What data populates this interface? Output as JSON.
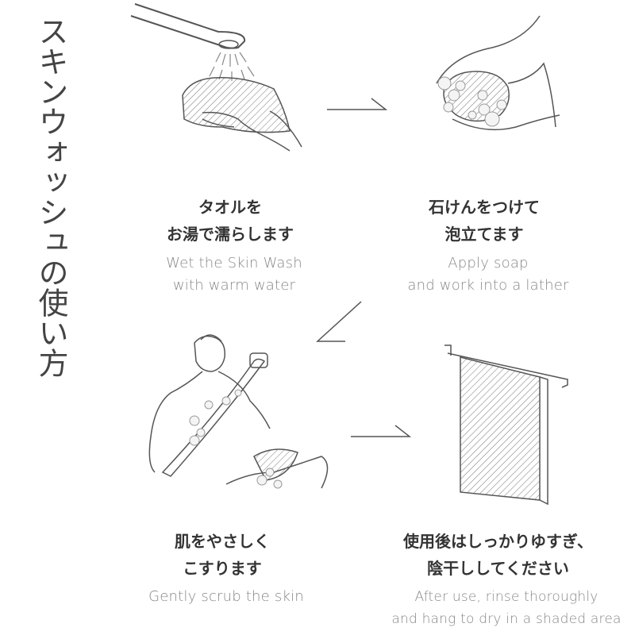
{
  "title": "スキンウォッシュの使い方",
  "steps": [
    {
      "icon": "shower-towel-icon",
      "ja": [
        "タオルを",
        "お湯で濡らします"
      ],
      "en": [
        "Wet the Skin Wash",
        "with warm water"
      ]
    },
    {
      "icon": "lather-hands-icon",
      "ja": [
        "石けんをつけて",
        "泡立てます"
      ],
      "en": [
        "Apply soap",
        "and work into a lather"
      ]
    },
    {
      "icon": "scrub-body-icon",
      "ja": [
        "肌をやさしく",
        "こすります"
      ],
      "en": [
        "Gently scrub the skin"
      ]
    },
    {
      "icon": "towel-rack-icon",
      "ja": [
        "使用後はしっかりゆすぎ、",
        "陰干ししてください"
      ],
      "en": [
        "After use, rinse thoroughly",
        "and hang to dry in a shaded area"
      ]
    }
  ]
}
